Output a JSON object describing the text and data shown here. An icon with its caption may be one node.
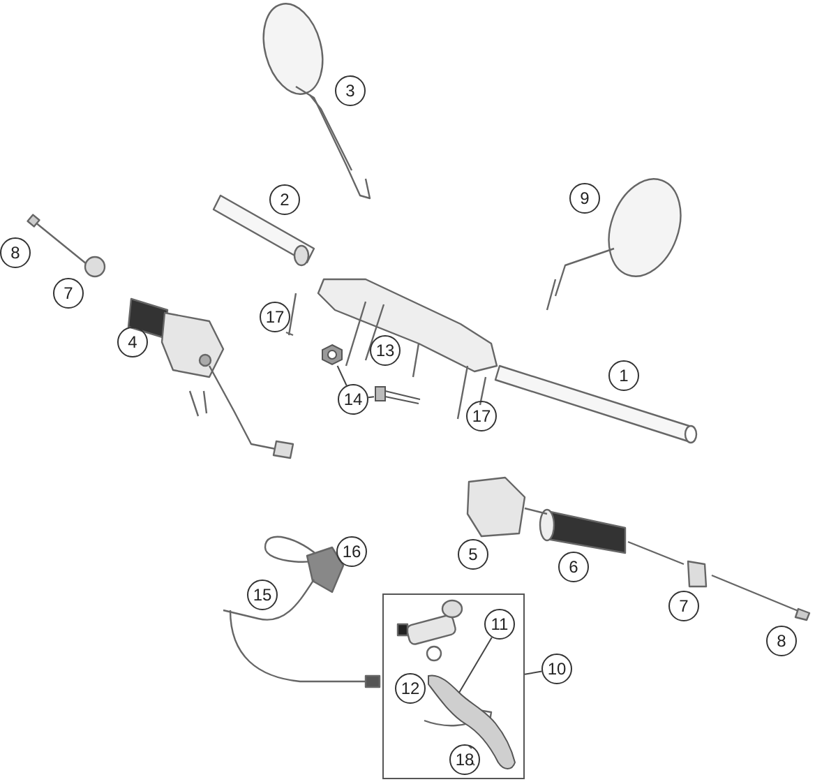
{
  "diagram": {
    "nodes": [
      {
        "text": [
          "3"
        ]
      },
      {
        "text": [
          "2"
        ]
      },
      {
        "text": [
          "9"
        ]
      },
      {
        "text": [
          "8"
        ]
      },
      {
        "text": [
          "7"
        ]
      },
      {
        "text": [
          "17"
        ]
      },
      {
        "text": [
          "4"
        ]
      },
      {
        "text": [
          "13"
        ]
      },
      {
        "text": [
          "1"
        ]
      },
      {
        "text": [
          "14"
        ]
      },
      {
        "text": [],
        "shape": "picture"
      },
      {
        "text": [],
        "shape": "picture"
      },
      {
        "text": [
          "17"
        ]
      },
      {
        "text": [
          "16"
        ]
      },
      {
        "text": [
          "5"
        ]
      },
      {
        "text": [
          "6"
        ]
      },
      {
        "text": [
          "15"
        ]
      },
      {
        "text": [
          "7"
        ]
      },
      {
        "text": [],
        "shape": "box"
      },
      {
        "text": [
          "11"
        ],
        "in": 18
      },
      {
        "text": [],
        "shape": "picture",
        "in": 18
      },
      {
        "text": [
          "10"
        ]
      },
      {
        "text": [
          "8"
        ]
      },
      {
        "text": [
          "12"
        ],
        "in": 18
      },
      {
        "text": [
          "18"
        ],
        "in": 18
      }
    ],
    "edges": [
      {
        "from": 9,
        "to": 10,
        "arrow": "none"
      },
      {
        "from": 9,
        "to": 11,
        "arrow": "none"
      },
      {
        "from": 21,
        "to": 18,
        "arrow": "none"
      },
      {
        "from": 19,
        "to": 20,
        "arrow": "none"
      }
    ]
  }
}
